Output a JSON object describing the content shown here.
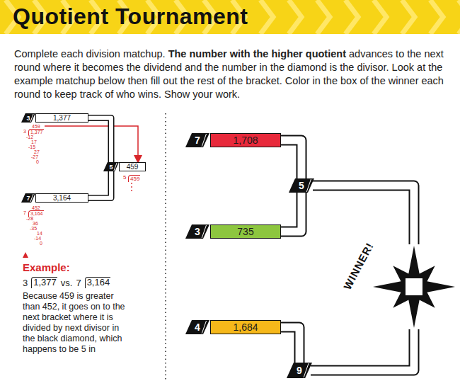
{
  "diagram": {
    "title": "Quotient Tournament",
    "nodes": [
      {
        "text": [
          "3"
        ]
      },
      {
        "text": [
          "1,377"
        ]
      },
      {
        "text": [
          "7"
        ]
      },
      {
        "text": [
          "3,164"
        ]
      },
      {
        "text": [
          "5"
        ]
      },
      {
        "text": [
          "459"
        ]
      },
      {
        "text": [
          "7"
        ]
      },
      {
        "text": [
          "1,708"
        ]
      },
      {
        "text": [
          "3"
        ]
      },
      {
        "text": [
          "735"
        ]
      },
      {
        "text": [
          "5"
        ]
      },
      {
        "text": [
          "4"
        ]
      },
      {
        "text": [
          "1,684"
        ]
      },
      {
        "text": [
          "9"
        ]
      },
      {
        "text": [
          "WINNER!"
        ]
      }
    ],
    "edges": [
      {
        "from": 1,
        "to": 4,
        "arrow": "none"
      },
      {
        "from": 3,
        "to": 4,
        "arrow": "none"
      },
      {
        "from": 7,
        "to": 10,
        "arrow": "none"
      },
      {
        "from": 9,
        "to": 10,
        "arrow": "none"
      },
      {
        "from": 10,
        "to": 14,
        "arrow": "none"
      },
      {
        "from": 12,
        "to": 13,
        "arrow": "none"
      },
      {
        "from": 13,
        "to": 14,
        "arrow": "none"
      }
    ],
    "labels": [
      "Complete each division matchup.",
      "The number with the higher quotient",
      "advances to the next round where it becomes the dividend and the number in the diamond is the divisor. Look at the example matchup below then fill out the rest of the bracket. Color in the box of the winner each round to keep track of who wins. Show your work.",
      "459",
      "3",
      "1,377",
      "-12",
      "17",
      "-15",
      "27",
      "-27",
      "0",
      "452",
      "7",
      "3,164",
      "-28",
      "36",
      "-35",
      "14",
      "-14",
      "0",
      "5",
      "459",
      "Example:",
      "3",
      "1,377",
      "vs.",
      "7",
      "3,164",
      "Because 459 is greater than 452, it goes on to the next bracket where it is divided by next divisor in the black diamond, which happens to be 5 in"
    ]
  }
}
